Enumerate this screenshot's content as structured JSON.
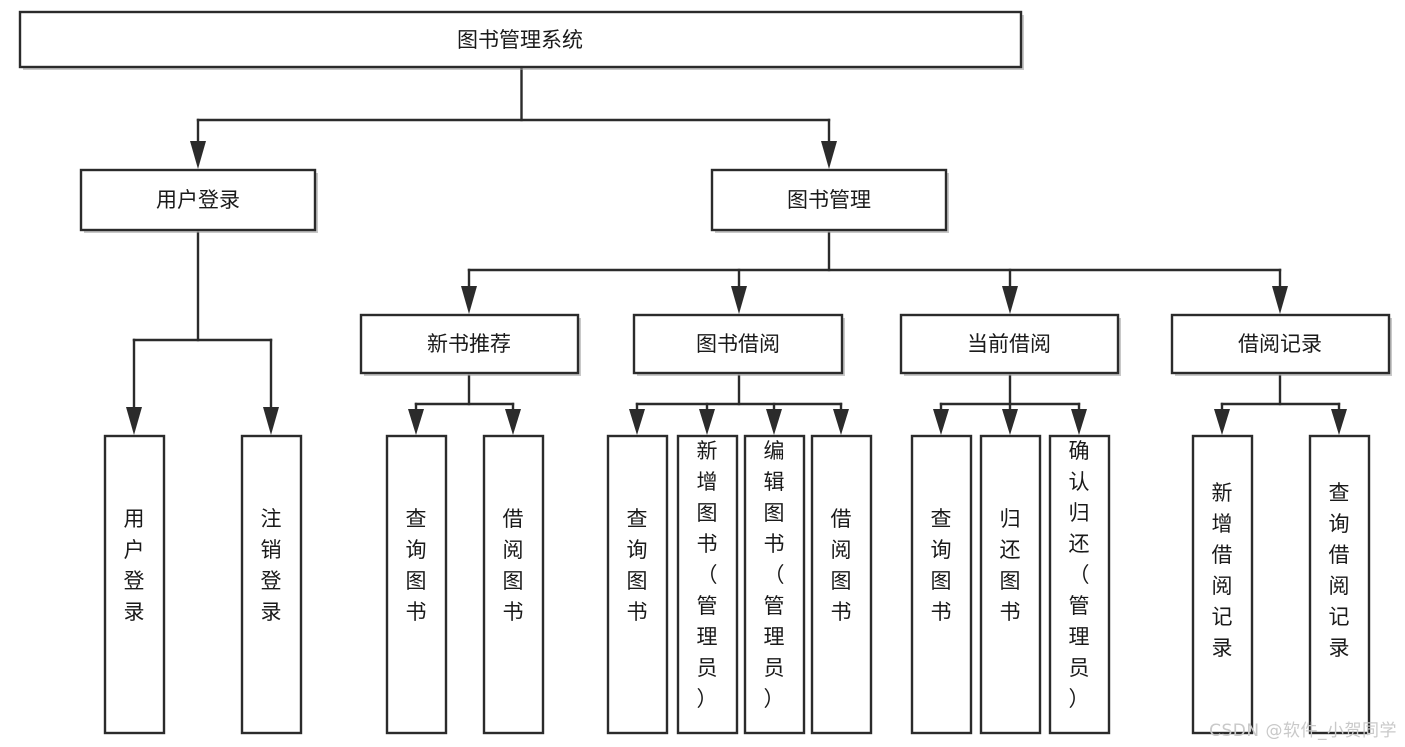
{
  "diagram": {
    "type": "tree-hierarchy",
    "title": "图书管理系统",
    "watermark": "CSDN @软件_小贺同学",
    "colors": {
      "box_fill": "#ffffff",
      "box_stroke": "#2b2b2b",
      "text": "#1a1a1a",
      "watermark": "#c9c9c9",
      "background": "#ffffff"
    },
    "levels": {
      "root": {
        "label": "图书管理系统",
        "orientation": "horizontal"
      },
      "level2": [
        {
          "label": "用户登录",
          "orientation": "horizontal"
        },
        {
          "label": "图书管理",
          "orientation": "horizontal"
        }
      ],
      "level3": [
        {
          "label": "新书推荐",
          "orientation": "horizontal",
          "parent": "图书管理"
        },
        {
          "label": "图书借阅",
          "orientation": "horizontal",
          "parent": "图书管理"
        },
        {
          "label": "当前借阅",
          "orientation": "horizontal",
          "parent": "图书管理"
        },
        {
          "label": "借阅记录",
          "orientation": "horizontal",
          "parent": "图书管理"
        }
      ],
      "leaves": {
        "用户登录": [
          {
            "label": "用户登录",
            "orientation": "vertical"
          },
          {
            "label": "注销登录",
            "orientation": "vertical"
          }
        ],
        "新书推荐": [
          {
            "label": "查询图书",
            "orientation": "vertical"
          },
          {
            "label": "借阅图书",
            "orientation": "vertical"
          }
        ],
        "图书借阅": [
          {
            "label": "查询图书",
            "orientation": "vertical"
          },
          {
            "label": "新增图书（管理员）",
            "orientation": "vertical"
          },
          {
            "label": "编辑图书（管理员）",
            "orientation": "vertical"
          },
          {
            "label": "借阅图书",
            "orientation": "vertical"
          }
        ],
        "当前借阅": [
          {
            "label": "查询图书",
            "orientation": "vertical"
          },
          {
            "label": "归还图书",
            "orientation": "vertical"
          },
          {
            "label": "确认归还（管理员）",
            "orientation": "vertical"
          }
        ],
        "借阅记录": [
          {
            "label": "新增借阅记录",
            "orientation": "vertical"
          },
          {
            "label": "查询借阅记录",
            "orientation": "vertical"
          }
        ]
      }
    },
    "nodes": {
      "root": {
        "text": "图书管理系统"
      },
      "user_login": {
        "text": "用户登录"
      },
      "book_manage": {
        "text": "图书管理"
      },
      "new_book_rec": {
        "text": "新书推荐"
      },
      "book_borrow": {
        "text": "图书借阅"
      },
      "current_borrow": {
        "text": "当前借阅"
      },
      "borrow_record": {
        "text": "借阅记录"
      },
      "leaf_user_login": {
        "text": "用户登录"
      },
      "leaf_user_logout": {
        "text": "注销登录"
      },
      "leaf_rec_query": {
        "text": "查询图书"
      },
      "leaf_rec_borrow": {
        "text": "借阅图书"
      },
      "leaf_borrow_query": {
        "text": "查询图书"
      },
      "leaf_borrow_add": {
        "text": "新增图书（管理员）"
      },
      "leaf_borrow_edit": {
        "text": "编辑图书（管理员）"
      },
      "leaf_borrow_borrow": {
        "text": "借阅图书"
      },
      "leaf_cur_query": {
        "text": "查询图书"
      },
      "leaf_cur_return": {
        "text": "归还图书"
      },
      "leaf_cur_confirm": {
        "text": "确认归还（管理员）"
      },
      "leaf_rec_add": {
        "text": "新增借阅记录"
      },
      "leaf_rec_search": {
        "text": "查询借阅记录"
      }
    }
  }
}
